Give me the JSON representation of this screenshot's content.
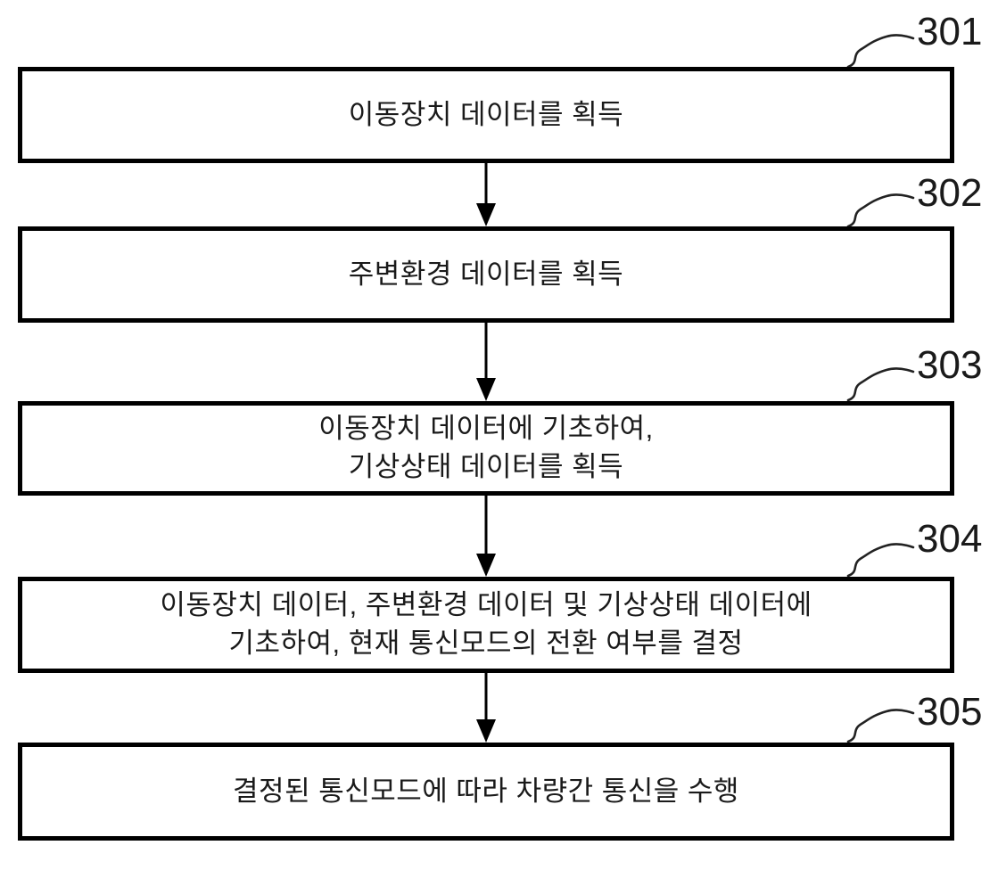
{
  "figure": {
    "type": "flowchart",
    "colors": {
      "line": "#000000",
      "text": "#1a1a1a",
      "background": "#ffffff"
    },
    "steps": [
      {
        "ref": "301",
        "lines": [
          "이동장치 데이터를 획득"
        ]
      },
      {
        "ref": "302",
        "lines": [
          "주변환경 데이터를 획득"
        ]
      },
      {
        "ref": "303",
        "lines": [
          "이동장치 데이터에 기초하여,",
          "기상상태 데이터를 획득"
        ]
      },
      {
        "ref": "304",
        "lines": [
          "이동장치 데이터, 주변환경 데이터 및 기상상태 데이터에",
          "기초하여, 현재 통신모드의 전환 여부를 결정"
        ]
      },
      {
        "ref": "305",
        "lines": [
          "결정된 통신모드에 따라 차량간 통신을 수행"
        ]
      }
    ]
  }
}
